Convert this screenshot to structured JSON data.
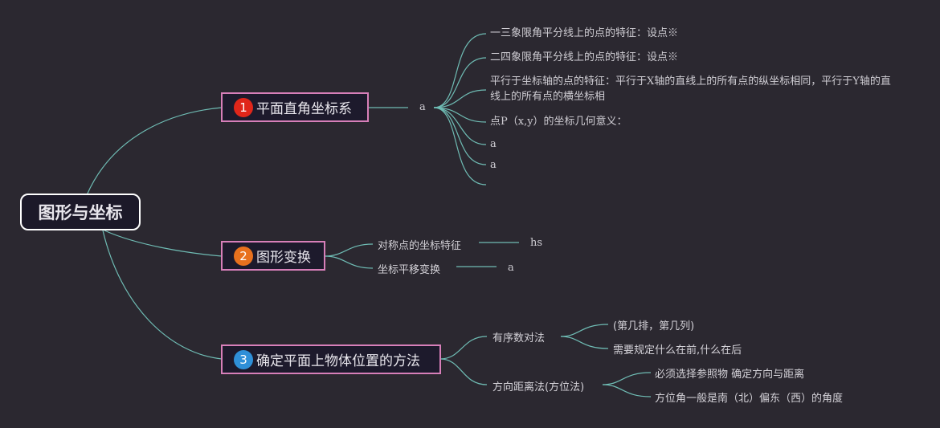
{
  "root": {
    "label": "图形与坐标"
  },
  "branches": [
    {
      "badge": "1",
      "badge_color": "#e0261a",
      "label": "平面直角坐标系",
      "mid_label": "a",
      "children": [
        "一三象限角平分线上的点的特征：设点※",
        "二四象限角平分线上的点的特征：设点※",
        "平行于坐标轴的点的特征：平行于X轴的直线上的所有点的纵坐标相同，平行于Y轴的直线上的所有点的横坐标相",
        "点P（x,y）的坐标几何意义：",
        "a",
        "a",
        ""
      ]
    },
    {
      "badge": "2",
      "badge_color": "#e8711e",
      "label": "图形变换",
      "children": [
        {
          "label": "对称点的坐标特征",
          "leaf": "hs"
        },
        {
          "label": "坐标平移变换",
          "leaf": "a"
        }
      ]
    },
    {
      "badge": "3",
      "badge_color": "#2f8fd8",
      "label": "确定平面上物体位置的方法",
      "children": [
        {
          "label": "有序数对法",
          "leaves": [
            "(第几排，第几列)",
            "需要规定什么在前,什么在后"
          ]
        },
        {
          "label": "方向距离法(方位法)",
          "leaves": [
            "必须选择参照物 确定方向与距离",
            "方位角一般是南（北）偏东（西）的角度"
          ]
        }
      ]
    }
  ],
  "colors": {
    "line": "#6fbcb4",
    "branch_border": "#d77fb9",
    "root_border": "#ffffff"
  }
}
